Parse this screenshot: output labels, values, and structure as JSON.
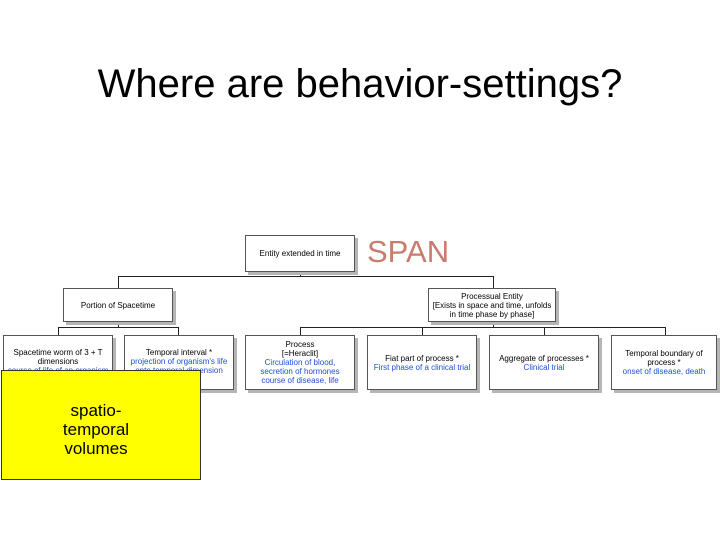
{
  "slide": {
    "title": "Where are behavior-settings?",
    "span_label": "SPAN"
  },
  "diagram": {
    "root": {
      "label": "Entity extended in time"
    },
    "level2": [
      {
        "label": "Portion of Spacetime"
      },
      {
        "label": "Processual Entity",
        "sub": "[Exists in space and time, unfolds in time phase by phase]"
      }
    ],
    "level3": [
      {
        "label": "Spacetime worm of 3 + T dimensions",
        "example": "course of life of an organism"
      },
      {
        "label": "Temporal interval *",
        "example": "projection of organism's life onto temporal dimension"
      },
      {
        "label": "Process",
        "sub": "[=Heraclit]",
        "example": "Circulation of blood, secretion of hormones course of disease, life"
      },
      {
        "label": "Fiat part of process *",
        "example": "First phase of a clinical trial"
      },
      {
        "label": "Aggregate of processes *",
        "example": "Clinical trial"
      },
      {
        "label": "Temporal boundary of process *",
        "example": "onset of disease, death"
      }
    ]
  },
  "overlay": {
    "lines": [
      "spatio-",
      "temporal",
      "volumes"
    ]
  }
}
